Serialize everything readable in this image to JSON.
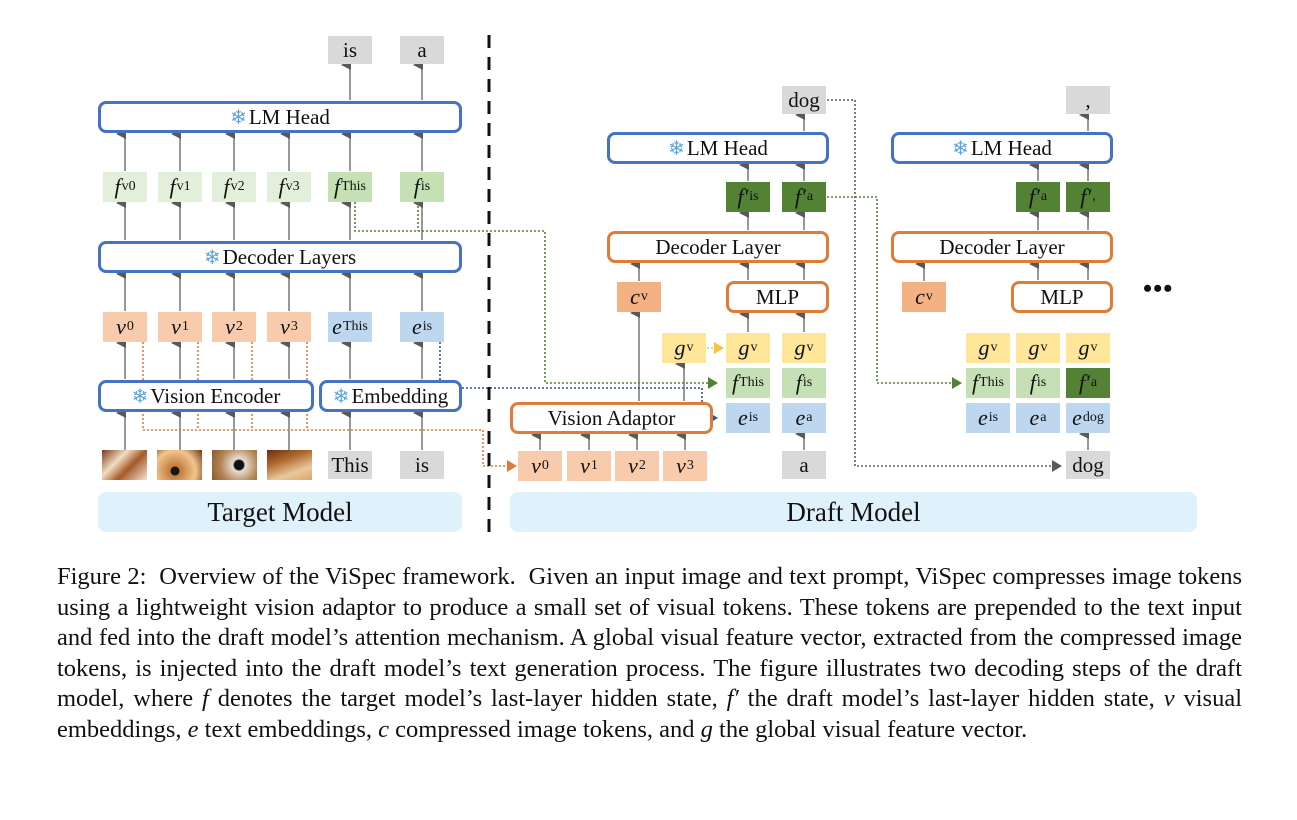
{
  "figure": {
    "target_model": {
      "panel_label": "Target Model",
      "outputs": [
        "is",
        "a"
      ],
      "lm_head_label": "LM Head",
      "features": [
        {
          "sym": "f",
          "sub": "v0"
        },
        {
          "sym": "f",
          "sub": "v1"
        },
        {
          "sym": "f",
          "sub": "v2"
        },
        {
          "sym": "f",
          "sub": "v3"
        },
        {
          "sym": "f",
          "sub": "This"
        },
        {
          "sym": "f",
          "sub": "is"
        }
      ],
      "decoder_label": "Decoder Layers",
      "embeddings": [
        {
          "sym": "v",
          "sub": "0"
        },
        {
          "sym": "v",
          "sub": "1"
        },
        {
          "sym": "v",
          "sub": "2"
        },
        {
          "sym": "v",
          "sub": "3"
        },
        {
          "sym": "e",
          "sub": "This"
        },
        {
          "sym": "e",
          "sub": "is"
        }
      ],
      "vision_encoder_label": "Vision Encoder",
      "embedding_label": "Embedding",
      "image_patches": [
        "dog-eye-patch",
        "dog-face-patch",
        "dog-nose-patch",
        "dog-ear-patch"
      ],
      "inputs": [
        "This",
        "is"
      ]
    },
    "draft_model": {
      "panel_label": "Draft Model",
      "step1": {
        "output": "dog",
        "lm_head_label": "LM Head",
        "features": [
          {
            "sym": "f′",
            "sub": "is"
          },
          {
            "sym": "f′",
            "sub": "a"
          }
        ],
        "decoder_label": "Decoder Layer",
        "cv": {
          "sym": "c",
          "sub": "v"
        },
        "mlp_label": "MLP",
        "g_source": {
          "sym": "g",
          "sub": "v"
        },
        "g_row": [
          {
            "sym": "g",
            "sub": "v"
          },
          {
            "sym": "g",
            "sub": "v"
          }
        ],
        "f_row": [
          {
            "sym": "f",
            "sub": "This"
          },
          {
            "sym": "f",
            "sub": "is"
          }
        ],
        "e_row": [
          {
            "sym": "e",
            "sub": "is"
          },
          {
            "sym": "e",
            "sub": "a"
          }
        ],
        "vision_adaptor_label": "Vision Adaptor",
        "v_inputs": [
          {
            "sym": "v",
            "sub": "0"
          },
          {
            "sym": "v",
            "sub": "1"
          },
          {
            "sym": "v",
            "sub": "2"
          },
          {
            "sym": "v",
            "sub": "3"
          }
        ],
        "input_token": "a"
      },
      "step2": {
        "output": ",",
        "lm_head_label": "LM Head",
        "features": [
          {
            "sym": "f′",
            "sub": "a"
          },
          {
            "sym": "f′",
            "sub": ","
          }
        ],
        "decoder_label": "Decoder Layer",
        "cv": {
          "sym": "c",
          "sub": "v"
        },
        "mlp_label": "MLP",
        "g_row": [
          {
            "sym": "g",
            "sub": "v"
          },
          {
            "sym": "g",
            "sub": "v"
          },
          {
            "sym": "g",
            "sub": "v"
          }
        ],
        "f_row": [
          {
            "sym": "f",
            "sub": "This"
          },
          {
            "sym": "f",
            "sub": "is"
          },
          {
            "sym": "f′",
            "sub": "a"
          }
        ],
        "e_row": [
          {
            "sym": "e",
            "sub": "is"
          },
          {
            "sym": "e",
            "sub": "a"
          },
          {
            "sym": "e",
            "sub": "dog"
          }
        ],
        "input_token": "dog"
      },
      "ellipsis": "•••"
    },
    "colors": {
      "frozen_block_border": "#4472c4",
      "trainable_block_border": "#e07b39",
      "snowflake": "#5ea3d9",
      "target_feature_light": "#e2efda",
      "target_feature": "#c5e0b4",
      "draft_feature": "#548235",
      "visual_embedding": "#f8cbad",
      "compressed_token": "#f4b183",
      "text_embedding": "#bdd7ee",
      "global_feature": "#ffe699",
      "token_box": "#d9d9d9",
      "panel_bg": "#dff1fb"
    }
  },
  "caption": {
    "label": "Figure 2:",
    "sentences": [
      "Overview of the ViSpec framework.",
      "Given an input image and text prompt, ViSpec compresses image tokens using a lightweight vision adaptor to produce a small set of visual tokens.",
      "These tokens are prepended to the text input and fed into the draft model’s attention mechanism.",
      "A global visual feature vector, extracted from the compressed image tokens, is injected into the draft model’s text generation process.",
      "The figure illustrates two decoding steps of the draft model, where"
    ],
    "legend_parts": [
      {
        "sym": "f",
        "text": " denotes the target model’s last-layer hidden state, "
      },
      {
        "sym": "f′",
        "text": " the draft model’s last-layer hidden state, "
      },
      {
        "sym": "v",
        "text": " visual embeddings, "
      },
      {
        "sym": "e",
        "text": " text embeddings, "
      },
      {
        "sym": "c",
        "text": " compressed image tokens, and "
      },
      {
        "sym": "g",
        "text": " the global visual feature vector."
      }
    ]
  }
}
